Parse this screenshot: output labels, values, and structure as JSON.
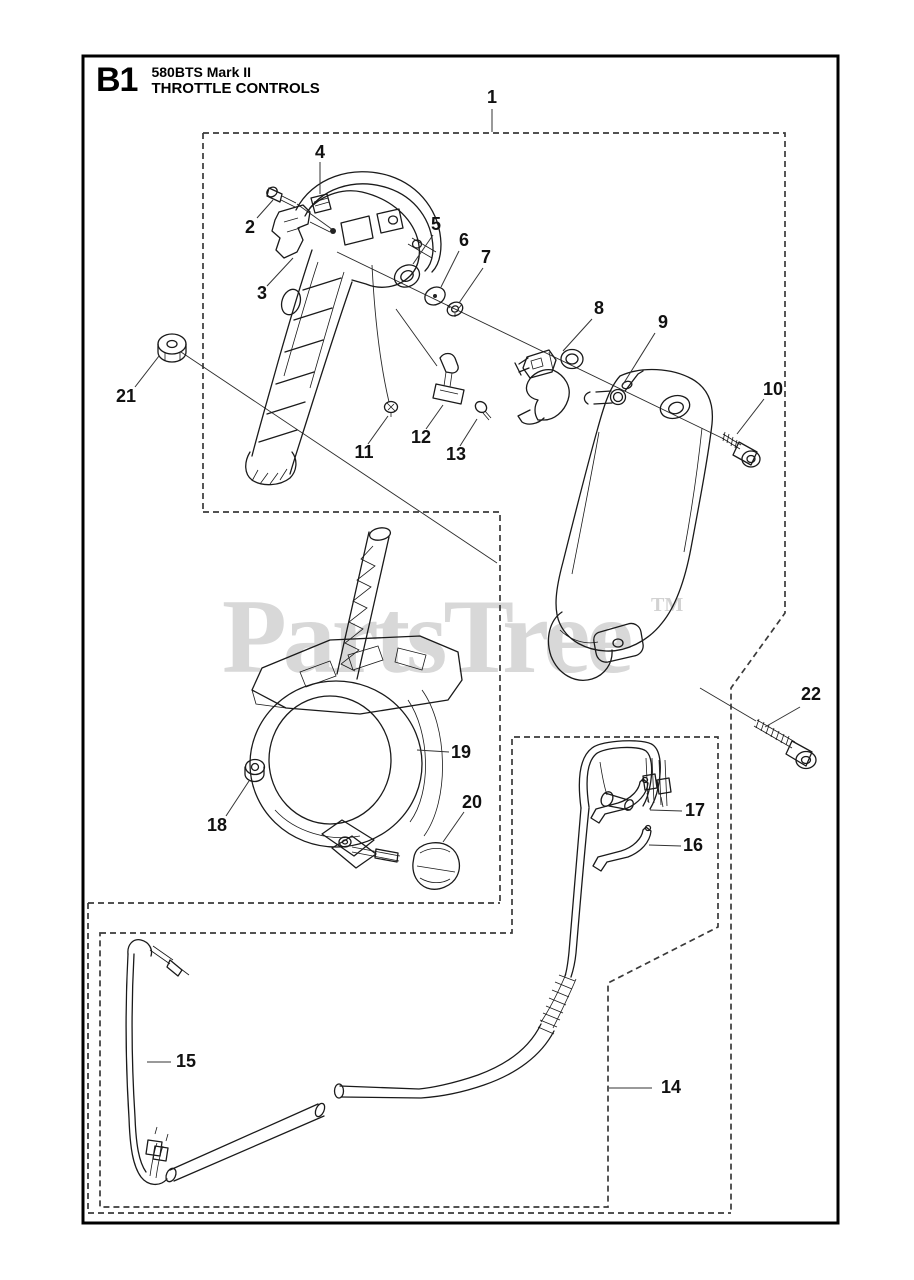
{
  "title": {
    "section_code": "B1",
    "model": "580BTS Mark II",
    "section_name": "THROTTLE CONTROLS"
  },
  "watermark": {
    "text": "PartsTree",
    "trademark": "TM"
  },
  "callouts": [
    "1",
    "2",
    "3",
    "4",
    "5",
    "6",
    "7",
    "8",
    "9",
    "10",
    "11",
    "12",
    "13",
    "14",
    "15",
    "16",
    "17",
    "18",
    "19",
    "20",
    "21",
    "22"
  ],
  "colors": {
    "line": "#1a1a1a",
    "dashed_box": "#3a3a3a",
    "watermark": "#d8d8d8",
    "background": "#ffffff",
    "page_border": "#000000"
  }
}
